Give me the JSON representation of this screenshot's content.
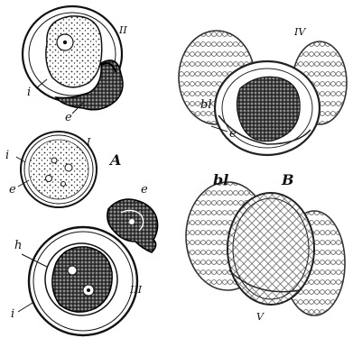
{
  "panel_A": {
    "letter": "A",
    "cell_II": {
      "numeral": "II",
      "label_i": "i",
      "label_e": "e"
    },
    "cell_I": {
      "numeral": "I",
      "label_i": "i",
      "label_e": "e"
    },
    "extruded_part": {
      "label_e": "e"
    },
    "cell_III": {
      "numeral": "III",
      "label_h": "h",
      "label_i": "i"
    }
  },
  "panel_B": {
    "letter": "B",
    "grain_IV": {
      "numeral": "IV",
      "label_bl": "bl",
      "label_e": "e"
    },
    "grain_V": {
      "numeral": "V",
      "label_bl": "bl"
    }
  }
}
